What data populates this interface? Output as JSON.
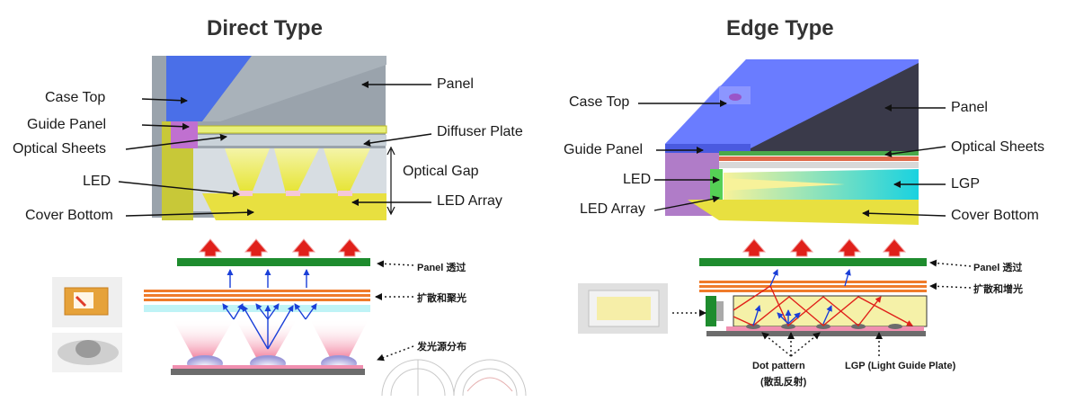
{
  "direct": {
    "title": "Direct Type",
    "labels": {
      "case_top": "Case Top",
      "guide_panel": "Guide Panel",
      "optical_sheets": "Optical Sheets",
      "led": "LED",
      "cover_bottom": "Cover Bottom",
      "panel": "Panel",
      "diffuser_plate": "Diffuser Plate",
      "optical_gap": "Optical  Gap",
      "led_array": "LED Array"
    },
    "schematic": {
      "panel_note": "Panel 透过",
      "diffuse_note": "扩散和聚光",
      "source_note": "发光源分布"
    }
  },
  "edge": {
    "title": "Edge Type",
    "labels": {
      "case_top": "Case Top",
      "guide_panel": "Guide Panel",
      "led": "LED",
      "led_array": "LED Array",
      "panel": "Panel",
      "optical_sheets": "Optical Sheets",
      "lgp": "LGP",
      "cover_bottom": "Cover Bottom"
    },
    "schematic": {
      "panel_note": "Panel 透过",
      "diffuse_note": "扩散和增光",
      "dot_pattern": "Dot pattern",
      "dot_pattern_cn": "(散乱反射)",
      "lgp_full": "LGP (Light Guide Plate)"
    }
  },
  "colors": {
    "panel_green": "#1e8c2e",
    "sheet_orange": "#ef7b2a",
    "ray_blue": "#1a3fd8",
    "ray_red": "#e0201a",
    "case_blue": "#6a7cff",
    "cover_yellow": "#e8e040",
    "lgp_cyan": "#19d2e0"
  }
}
